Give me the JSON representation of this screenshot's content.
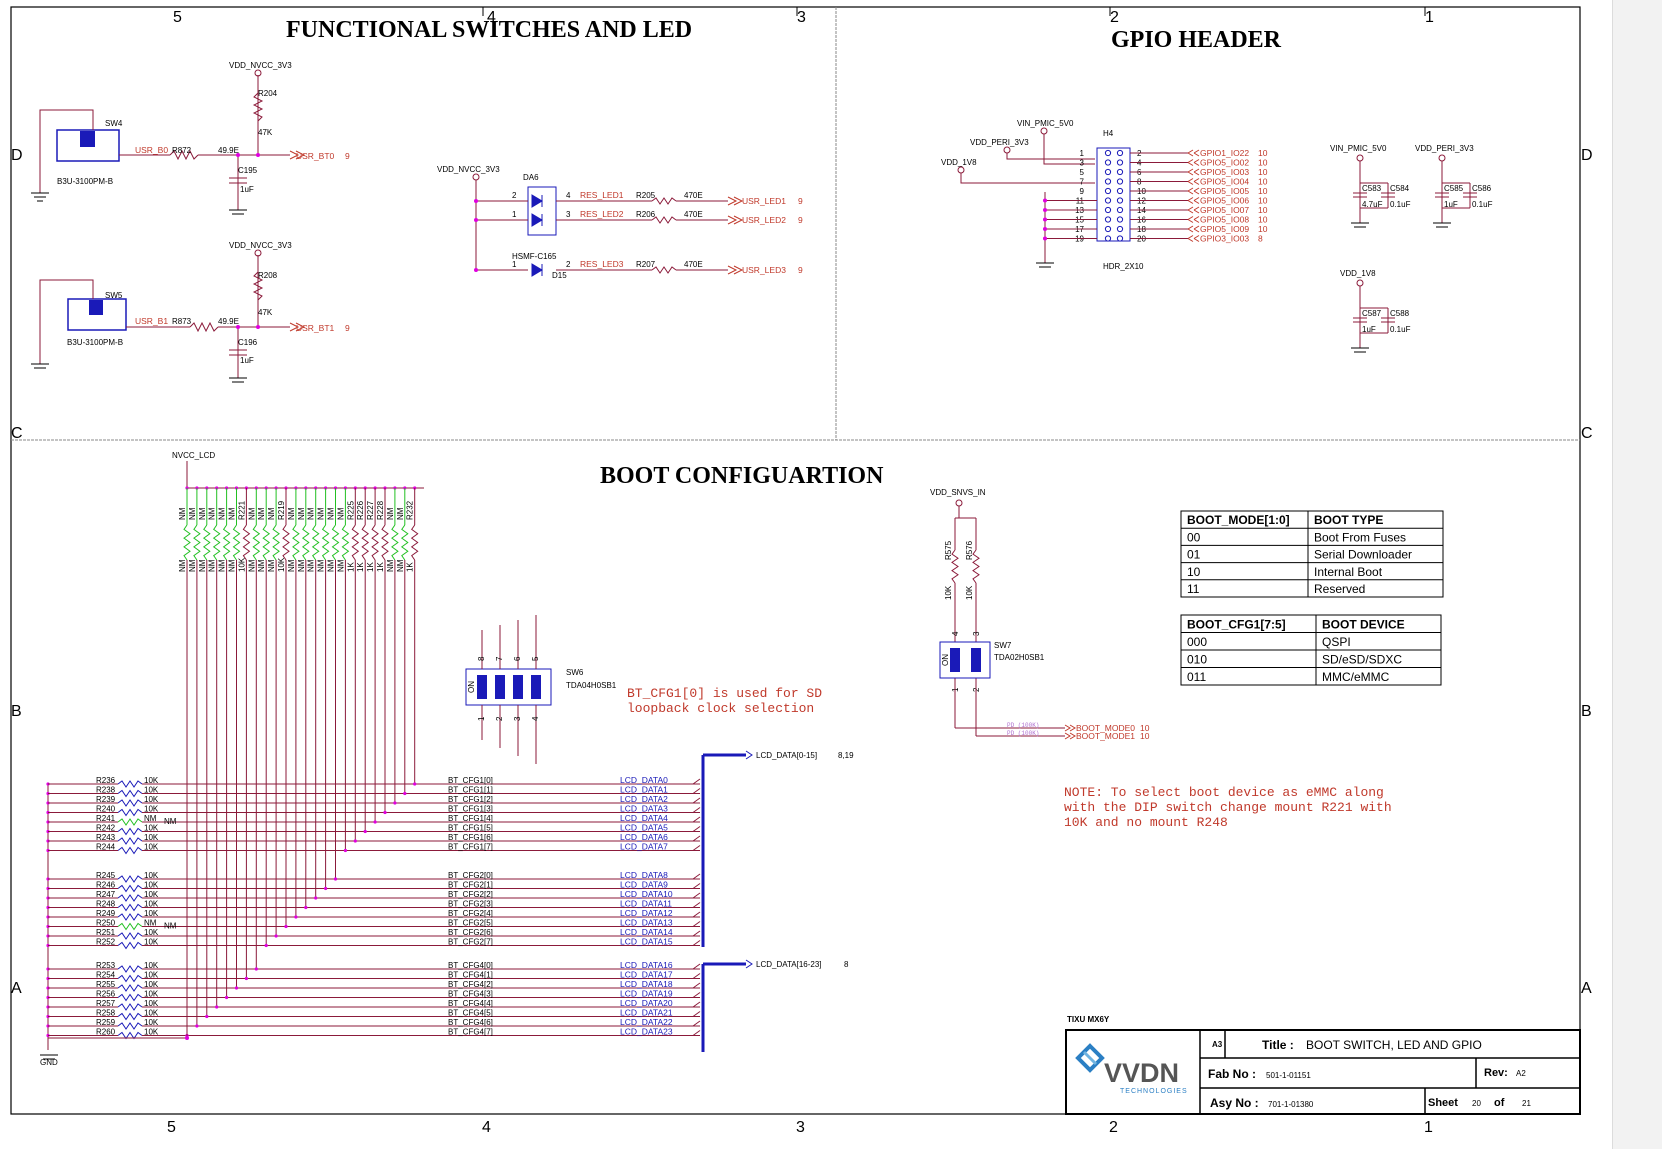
{
  "frame": {
    "columns_top": [
      "5",
      "4",
      "3",
      "2",
      "1"
    ],
    "columns_bottom": [
      "5",
      "4",
      "3",
      "2",
      "1"
    ],
    "rows": [
      "D",
      "C",
      "B",
      "A"
    ]
  },
  "titles": {
    "functional": "FUNCTIONAL SWITCHES AND LED",
    "gpio": "GPIO HEADER",
    "boot": "BOOT CONFIGUARTION"
  },
  "switches": {
    "sw4": {
      "ref": "SW4",
      "part": "B3U-3100PM-B",
      "net": "USR_B0",
      "res": "R872",
      "val": "49.9E",
      "out": "USR_BT0",
      "sheet": "9",
      "pull_res": "R204",
      "pull_val": "47K",
      "cap": "C195",
      "cap_val": "1uF",
      "rail": "VDD_NVCC_3V3"
    },
    "sw5": {
      "ref": "SW5",
      "part": "B3U-3100PM-B",
      "net": "USR_B1",
      "res": "R873",
      "val": "49.9E",
      "out": "USR_BT1",
      "sheet": "9",
      "pull_res": "R208",
      "pull_val": "47K",
      "cap": "C196",
      "cap_val": "1uF",
      "rail": "VDD_NVCC_3V3"
    }
  },
  "leds": {
    "rail": "VDD_NVCC_3V3",
    "da6": "DA6",
    "hsmf": "HSMF-C165",
    "d15": "D15",
    "rows": [
      {
        "pin_a": "2",
        "pin_b": "4",
        "net": "RES_LED1",
        "res": "R205",
        "val": "470E",
        "out": "USR_LED1",
        "sheet": "9"
      },
      {
        "pin_a": "1",
        "pin_b": "3",
        "net": "RES_LED2",
        "res": "R206",
        "val": "470E",
        "out": "USR_LED2",
        "sheet": "9"
      },
      {
        "pin_a": "1",
        "pin_b": "2",
        "net": "RES_LED3",
        "res": "R207",
        "val": "470E",
        "out": "USR_LED3",
        "sheet": "9"
      }
    ]
  },
  "gpio": {
    "ref": "H4",
    "part": "HDR_2X10",
    "rails": [
      "VIN_PMIC_5V0",
      "VDD_PERI_3V3",
      "VDD_1V8"
    ],
    "left_pins": [
      "1",
      "3",
      "5",
      "7",
      "9",
      "11",
      "13",
      "15",
      "17",
      "19"
    ],
    "right_pins": [
      "2",
      "4",
      "6",
      "8",
      "10",
      "12",
      "14",
      "16",
      "18",
      "20"
    ],
    "nets": [
      "GPIO1_IO22",
      "GPIO5_IO02",
      "GPIO5_IO03",
      "GPIO5_IO04",
      "GPIO5_IO05",
      "GPIO5_IO06",
      "GPIO5_IO07",
      "GPIO5_IO08",
      "GPIO5_IO09",
      "GPIO3_IO03"
    ],
    "net_sheets": [
      "10",
      "10",
      "10",
      "10",
      "10",
      "10",
      "10",
      "10",
      "10",
      "8"
    ],
    "decaps": [
      {
        "rail": "VIN_PMIC_5V0",
        "caps": [
          "C583",
          "C584"
        ],
        "vals": [
          "4.7uF",
          "0.1uF"
        ]
      },
      {
        "rail": "VDD_PERI_3V3",
        "caps": [
          "C585",
          "C586"
        ],
        "vals": [
          "1uF",
          "0.1uF"
        ]
      },
      {
        "rail": "VDD_1V8",
        "caps": [
          "C587",
          "C588"
        ],
        "vals": [
          "1uF",
          "0.1uF"
        ]
      }
    ]
  },
  "boot": {
    "nvcc": "NVCC_LCD",
    "gnd": "GND",
    "pullups": [
      "NM",
      "NM",
      "NM",
      "NM",
      "NM",
      "NM",
      "R221",
      "NM",
      "NM",
      "NM",
      "R219",
      "NM",
      "NM",
      "NM",
      "NM",
      "NM",
      "NM",
      "R225",
      "R226",
      "R227",
      "R228",
      "NM",
      "NM",
      "R232"
    ],
    "pullup_vals": [
      "NM",
      "NM",
      "NM",
      "NM",
      "NM",
      "NM",
      "10K",
      "NM",
      "NM",
      "NM",
      "10K",
      "NM",
      "NM",
      "NM",
      "NM",
      "NM",
      "NM",
      "1K",
      "1K",
      "1K",
      "1K",
      "NM",
      "NM",
      "1K"
    ],
    "sw6": {
      "ref": "SW6",
      "part": "TDA04H0SB1",
      "top_pins": [
        "8",
        "7",
        "6",
        "5"
      ],
      "bottom_pins": [
        "1",
        "2",
        "3",
        "4"
      ],
      "on": "ON"
    },
    "sw6_note": [
      "BT_CFG1[0] is used for SD",
      "loopback clock selection"
    ],
    "sw7": {
      "ref": "SW7",
      "part": "TDA02H0SB1",
      "rail": "VDD_SNVS_IN",
      "res": [
        "R575",
        "R576"
      ],
      "vals": [
        "10K",
        "10K"
      ],
      "top_pins": [
        "4",
        "3"
      ],
      "bottom_pins": [
        "1",
        "2"
      ],
      "on": "ON"
    },
    "boot_modes": [
      {
        "pd": "PD (100K)",
        "net": "BOOT_MODE0",
        "sheet": "10"
      },
      {
        "pd": "PD (100K)",
        "net": "BOOT_MODE1",
        "sheet": "10"
      }
    ],
    "bus1": {
      "label": "LCD_DATA[0-15]",
      "sheets": "8,19"
    },
    "bus2": {
      "label": "LCD_DATA[16-23]",
      "sheets": "8"
    },
    "groups": [
      {
        "rows": [
          {
            "res": "R236",
            "val": "10K",
            "cfg": "BT_CFG1[0]",
            "lcd": "LCD_DATA0",
            "c": "blue"
          },
          {
            "res": "R238",
            "val": "10K",
            "cfg": "BT_CFG1[1]",
            "lcd": "LCD_DATA1",
            "c": "red"
          },
          {
            "res": "R239",
            "val": "10K",
            "cfg": "BT_CFG1[2]",
            "lcd": "LCD_DATA2",
            "c": "blue"
          },
          {
            "res": "R240",
            "val": "10K",
            "cfg": "BT_CFG1[3]",
            "lcd": "LCD_DATA3",
            "c": "blue"
          },
          {
            "res": "R241",
            "val": "NM",
            "cfg": "BT_CFG1[4]",
            "lcd": "LCD_DATA4",
            "c": "orange",
            "nm": "NM"
          },
          {
            "res": "R242",
            "val": "10K",
            "cfg": "BT_CFG1[5]",
            "lcd": "LCD_DATA5",
            "c": "orange"
          },
          {
            "res": "R243",
            "val": "10K",
            "cfg": "BT_CFG1[6]",
            "lcd": "LCD_DATA6",
            "c": "orange"
          },
          {
            "res": "R244",
            "val": "10K",
            "cfg": "BT_CFG1[7]",
            "lcd": "LCD_DATA7",
            "c": "orange"
          }
        ]
      },
      {
        "rows": [
          {
            "res": "R245",
            "val": "10K",
            "cfg": "BT_CFG2[0]",
            "lcd": "LCD_DATA8",
            "c": "blue"
          },
          {
            "res": "R246",
            "val": "10K",
            "cfg": "BT_CFG2[1]",
            "lcd": "LCD_DATA9",
            "c": "blue"
          },
          {
            "res": "R247",
            "val": "10K",
            "cfg": "BT_CFG2[2]",
            "lcd": "LCD_DATA10",
            "c": "blue"
          },
          {
            "res": "R248",
            "val": "10K",
            "cfg": "BT_CFG2[3]",
            "lcd": "LCD_DATA11",
            "c": "orange"
          },
          {
            "res": "R249",
            "val": "10K",
            "cfg": "BT_CFG2[4]",
            "lcd": "LCD_DATA12",
            "c": "orange"
          },
          {
            "res": "R250",
            "val": "NM",
            "cfg": "BT_CFG2[5]",
            "lcd": "LCD_DATA13",
            "c": "orange",
            "nm": "NM"
          },
          {
            "res": "R251",
            "val": "10K",
            "cfg": "BT_CFG2[6]",
            "lcd": "LCD_DATA14",
            "c": "orange"
          },
          {
            "res": "R252",
            "val": "10K",
            "cfg": "BT_CFG2[7]",
            "lcd": "LCD_DATA15",
            "c": "orange"
          }
        ]
      },
      {
        "rows": [
          {
            "res": "R253",
            "val": "10K",
            "cfg": "BT_CFG4[0]",
            "lcd": "LCD_DATA16",
            "c": "red"
          },
          {
            "res": "R254",
            "val": "10K",
            "cfg": "BT_CFG4[1]",
            "lcd": "LCD_DATA17",
            "c": "red"
          },
          {
            "res": "R255",
            "val": "10K",
            "cfg": "BT_CFG4[2]",
            "lcd": "LCD_DATA18",
            "c": "red"
          },
          {
            "res": "R256",
            "val": "10K",
            "cfg": "BT_CFG4[3]",
            "lcd": "LCD_DATA19",
            "c": "red"
          },
          {
            "res": "R257",
            "val": "10K",
            "cfg": "BT_CFG4[4]",
            "lcd": "LCD_DATA20",
            "c": "red"
          },
          {
            "res": "R258",
            "val": "10K",
            "cfg": "BT_CFG4[5]",
            "lcd": "LCD_DATA21",
            "c": "red"
          },
          {
            "res": "R259",
            "val": "10K",
            "cfg": "BT_CFG4[6]",
            "lcd": "LCD_DATA22",
            "c": "red"
          },
          {
            "res": "R260",
            "val": "10K",
            "cfg": "BT_CFG4[7]",
            "lcd": "LCD_DATA23",
            "c": "red"
          }
        ]
      }
    ]
  },
  "table_mode": {
    "headers": [
      "BOOT_MODE[1:0]",
      "BOOT TYPE"
    ],
    "rows": [
      [
        "00",
        "Boot From Fuses"
      ],
      [
        "01",
        "Serial Downloader"
      ],
      [
        "10",
        "Internal Boot"
      ],
      [
        "11",
        "Reserved"
      ]
    ]
  },
  "table_device": {
    "headers": [
      "BOOT_CFG1[7:5]",
      "BOOT DEVICE"
    ],
    "rows": [
      [
        "000",
        "QSPI"
      ],
      [
        "010",
        "SD/eSD/SDXC"
      ],
      [
        "011",
        "MMC/eMMC"
      ]
    ]
  },
  "note": [
    "NOTE: To select boot device as eMMC along",
    "with the DIP switch change mount R221 with",
    "10K and no mount R248"
  ],
  "title_block": {
    "project": "TIXU MX6Y",
    "size": "A3",
    "title_label": "Title :",
    "title": "BOOT SWITCH, LED AND GPIO",
    "fab_label": "Fab No :",
    "fab": "501-1-01151",
    "rev_label": "Rev:",
    "rev": "A2",
    "asy_label": "Asy No :",
    "asy": "701-1-01380",
    "sheet_label": "Sheet",
    "sheet": "20",
    "of_label": "of",
    "of": "21",
    "logo": "VVDN",
    "logo_sub": "TECHNOLOGIES"
  },
  "colors": {
    "wire": "#8b1a3a",
    "net": "#c0392b",
    "part": "#1a1ab8",
    "junction": "#e000e0",
    "orange": "#e67e22",
    "green": "#22c022"
  }
}
